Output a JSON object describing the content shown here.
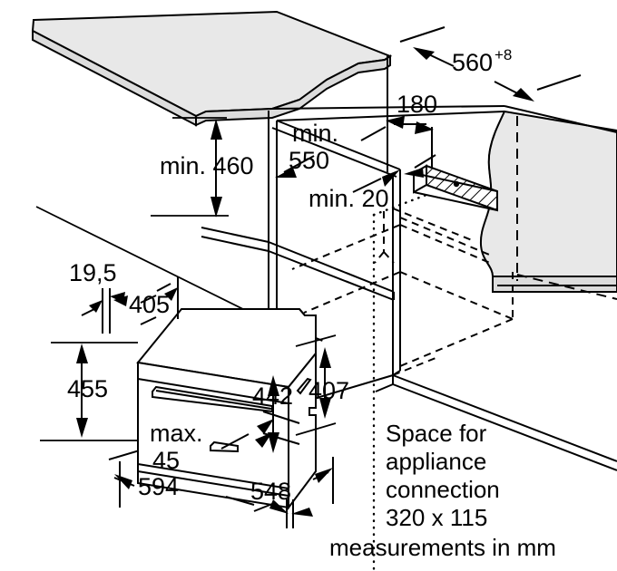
{
  "diagram": {
    "title": "Built-in oven installation dimensions",
    "units_note": "measurements in mm",
    "connection_note_lines": [
      "Space for",
      "appliance",
      "connection",
      "320 x 115"
    ],
    "colors": {
      "line": "#000000",
      "worktop_fill": "#e8e8e8",
      "panel_fill": "#dcdcdc",
      "background": "#ffffff"
    }
  },
  "dimensions": {
    "niche_depth": {
      "label": "560",
      "superscript": "+8"
    },
    "niche_front_offset": {
      "label": "180"
    },
    "niche_height_min": {
      "label": "min. 460"
    },
    "niche_width_min_1": {
      "label": "min."
    },
    "niche_width_min_2": {
      "label": "550"
    },
    "rear_gap_min": {
      "label": "min. 20"
    },
    "top_offset": {
      "label": "19,5"
    },
    "appliance_top_depth": {
      "label": "405"
    },
    "appliance_front_height": {
      "label": "455"
    },
    "appliance_body_height": {
      "label": "442"
    },
    "appliance_rear_height": {
      "label": "407"
    },
    "appliance_width": {
      "label": "594"
    },
    "appliance_depth": {
      "label": "548"
    },
    "door_gap_max_1": {
      "label": "max."
    },
    "door_gap_max_2": {
      "label": "45"
    }
  }
}
